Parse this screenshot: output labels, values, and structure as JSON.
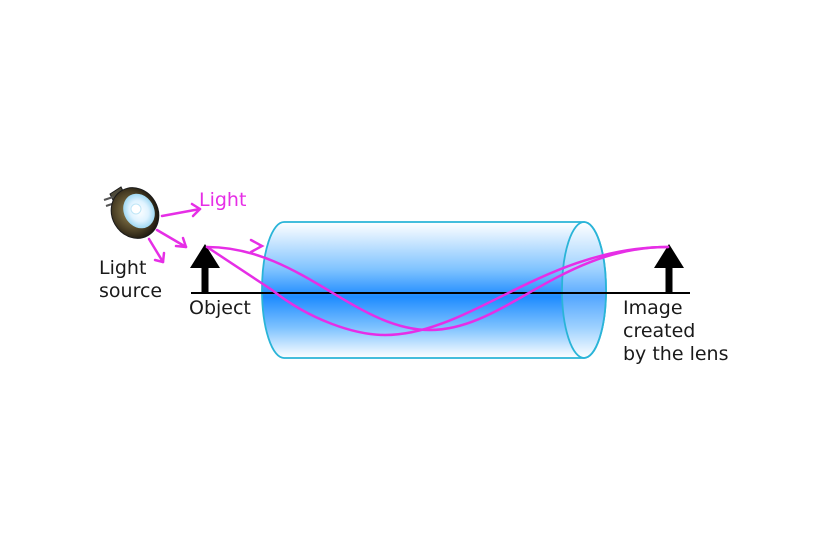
{
  "labels": {
    "light": "Light",
    "light_source": [
      "Light",
      "source"
    ],
    "object": "Object",
    "image": [
      "Image",
      "created",
      "by the lens"
    ]
  },
  "colors": {
    "ray": "#e62ee6",
    "lens_blue": "#1e90ff",
    "lens_outline": "#2ab4d8",
    "arrow": "#000000",
    "axis": "#000000"
  },
  "icons": {
    "lamp": "light-source-icon",
    "object_arrow": "up-arrow-icon",
    "image_arrow": "up-arrow-icon"
  }
}
